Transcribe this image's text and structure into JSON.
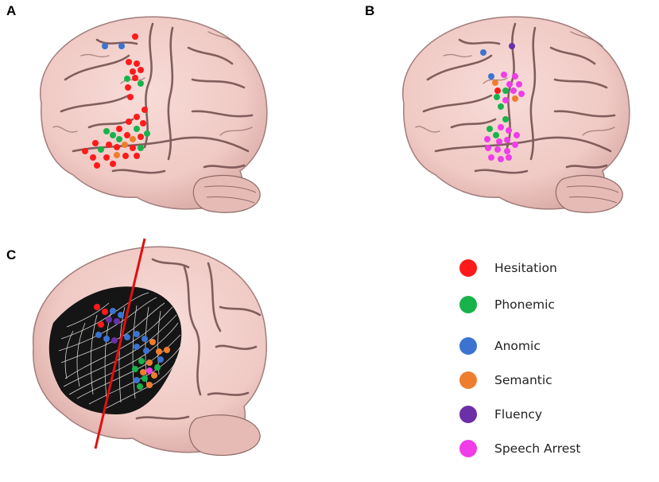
{
  "panels": {
    "a": {
      "letter": "A"
    },
    "b": {
      "letter": "B"
    },
    "c": {
      "letter": "C"
    }
  },
  "legend": [
    {
      "label": "Hesitation",
      "color": "#ff1a1a"
    },
    {
      "label": "Phonemic",
      "color": "#18b24b"
    },
    {
      "label": "Anomic",
      "color": "#3c73d0"
    },
    {
      "label": "Semantic",
      "color": "#ef7d2e"
    },
    {
      "label": "Fluency",
      "color": "#6b2fa8"
    },
    {
      "label": "Speech Arrest",
      "color": "#f03de8"
    }
  ],
  "colors": {
    "brain_fill": "#f2cdc9",
    "brain_sulcus": "#6e4a4a",
    "white_matter_background": "#1a1a1a",
    "fiber": "#e8e8e8",
    "resection_line": "#e01010"
  },
  "icons": [
    "brain-lateral-view",
    "fiber-tract-dissection"
  ]
}
